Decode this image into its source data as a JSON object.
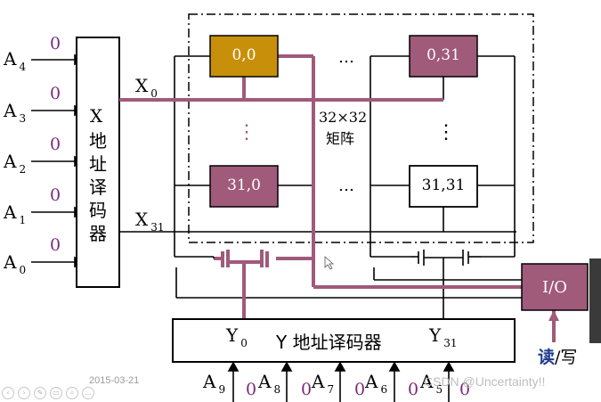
{
  "address_inputs": [
    {
      "name": "A",
      "sub": "4",
      "value": "0"
    },
    {
      "name": "A",
      "sub": "3",
      "value": "0"
    },
    {
      "name": "A",
      "sub": "2",
      "value": "0"
    },
    {
      "name": "A",
      "sub": "1",
      "value": "0"
    },
    {
      "name": "A",
      "sub": "0",
      "value": "0"
    }
  ],
  "x_decoder": {
    "label_x": "X",
    "label_chars": [
      "地",
      "址",
      "译",
      "码",
      "器"
    ]
  },
  "x_lines": {
    "x0": {
      "name": "X",
      "sub": "0"
    },
    "x31": {
      "name": "X",
      "sub": "31"
    }
  },
  "cells": {
    "c00": "0,0",
    "c031": "0,31",
    "c310": "31,0",
    "c3131": "31,31"
  },
  "matrix": {
    "size": "32×32",
    "label": "矩阵",
    "dots": "…",
    "vdots": "⋮"
  },
  "y_decoder": {
    "label": "Y 地址译码器",
    "y0": {
      "name": "Y",
      "sub": "0"
    },
    "y31": {
      "name": "Y",
      "sub": "31"
    }
  },
  "io": {
    "label": "I/O",
    "rw_read": "读",
    "rw_write": "/写"
  },
  "y_inputs": [
    {
      "name": "A",
      "sub": "9",
      "value": "0"
    },
    {
      "name": "A",
      "sub": "8",
      "value": "0"
    },
    {
      "name": "A",
      "sub": "7",
      "value": "0"
    },
    {
      "name": "A",
      "sub": "6",
      "value": "0"
    },
    {
      "name": "A",
      "sub": "5",
      "value": "0"
    }
  ],
  "footer": {
    "date": "2015-03-21",
    "watermark": "CSDN @Uncertainty!!"
  },
  "colors": {
    "highlight": "#a05a7a",
    "selected_cell": "#c8900a",
    "cell": "#a05a7a",
    "zero": "#7a2a7a",
    "rw": "#1f3b8c"
  }
}
